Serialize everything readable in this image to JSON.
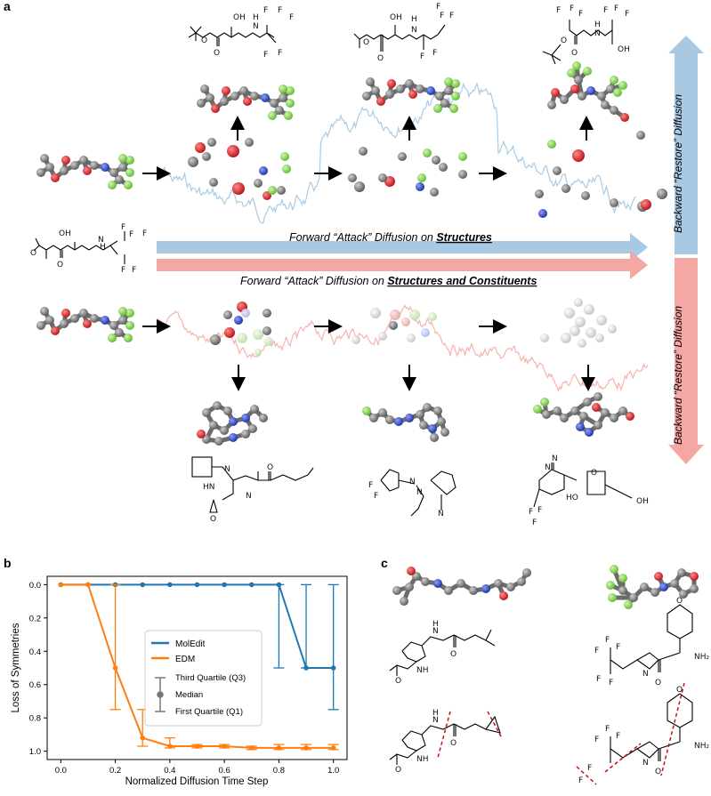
{
  "panel_labels": {
    "a": "a",
    "b": "b",
    "c": "c"
  },
  "arrows": {
    "forward_structures": "Forward “Attack” Diffusion on Structures",
    "forward_structures_prefix": "Forward “Attack” Diffusion on ",
    "forward_structures_emph": "Structures",
    "forward_constituents_prefix": "Forward “Attack” Diffusion on ",
    "forward_constituents_emph": "Structures and Constituents",
    "backward_top": "Backward “Restore” Diffusion",
    "backward_bottom": "Backward “Restore” Diffusion"
  },
  "colors": {
    "blue_arrow": "#a9c9e3",
    "pink_arrow": "#f4a7a3",
    "blue_noise": "#a8cce6",
    "pink_noise": "#f6b3ae",
    "carbon": "#777777",
    "oxygen": "#d8232a",
    "nitrogen": "#2f49c4",
    "fluorine": "#7fd24a",
    "moledit": "#1f77b4",
    "edm": "#ff7f0e",
    "legend_gray": "#777777"
  },
  "atom_labels": {
    "F": "F",
    "O": "O",
    "N": "N",
    "H": "H",
    "OH": "OH",
    "NH": "NH",
    "HO": "HO",
    "HN": "HN",
    "NH2": "NH₂"
  },
  "chart_data": {
    "type": "line",
    "xlabel": "Normalized Diffusion Time Step",
    "ylabel": "Loss of Symmetries",
    "x": [
      0.0,
      0.1,
      0.2,
      0.3,
      0.4,
      0.5,
      0.6,
      0.7,
      0.8,
      0.9,
      1.0
    ],
    "xticks": [
      "0.0",
      "0.2",
      "0.4",
      "0.6",
      "0.8",
      "1.0"
    ],
    "yticks": [
      "0.0",
      "0.2",
      "0.4",
      "0.6",
      "0.8",
      "1.0"
    ],
    "xlim": [
      -0.05,
      1.05
    ],
    "ylim": [
      1.05,
      -0.05
    ],
    "y_inverted": true,
    "grid": false,
    "legend_position": "center-right",
    "series": [
      {
        "name": "MolEdit",
        "median": [
          0,
          0,
          0,
          0,
          0,
          0,
          0,
          0,
          0,
          0.5,
          0.5
        ],
        "q1": [
          0,
          0,
          0,
          0,
          0,
          0,
          0,
          0,
          0,
          0,
          0
        ],
        "q3": [
          0,
          0,
          0,
          0,
          0,
          0,
          0,
          0,
          0.5,
          0.5,
          0.75
        ],
        "color": "#1f77b4"
      },
      {
        "name": "EDM",
        "median": [
          0,
          0,
          0.5,
          0.92,
          0.97,
          0.97,
          0.97,
          0.98,
          0.98,
          0.98,
          0.98
        ],
        "q1": [
          0,
          0,
          0,
          0.75,
          0.92,
          0.96,
          0.96,
          0.97,
          0.96,
          0.96,
          0.96
        ],
        "q3": [
          0,
          0,
          0.75,
          0.97,
          0.98,
          0.98,
          0.98,
          0.99,
          0.99,
          0.99,
          0.99
        ],
        "color": "#ff7f0e"
      }
    ],
    "legend_entries": [
      "MolEdit",
      "EDM",
      "Third Quartile (Q3)",
      "Median",
      "First Quartile (Q1)"
    ]
  }
}
